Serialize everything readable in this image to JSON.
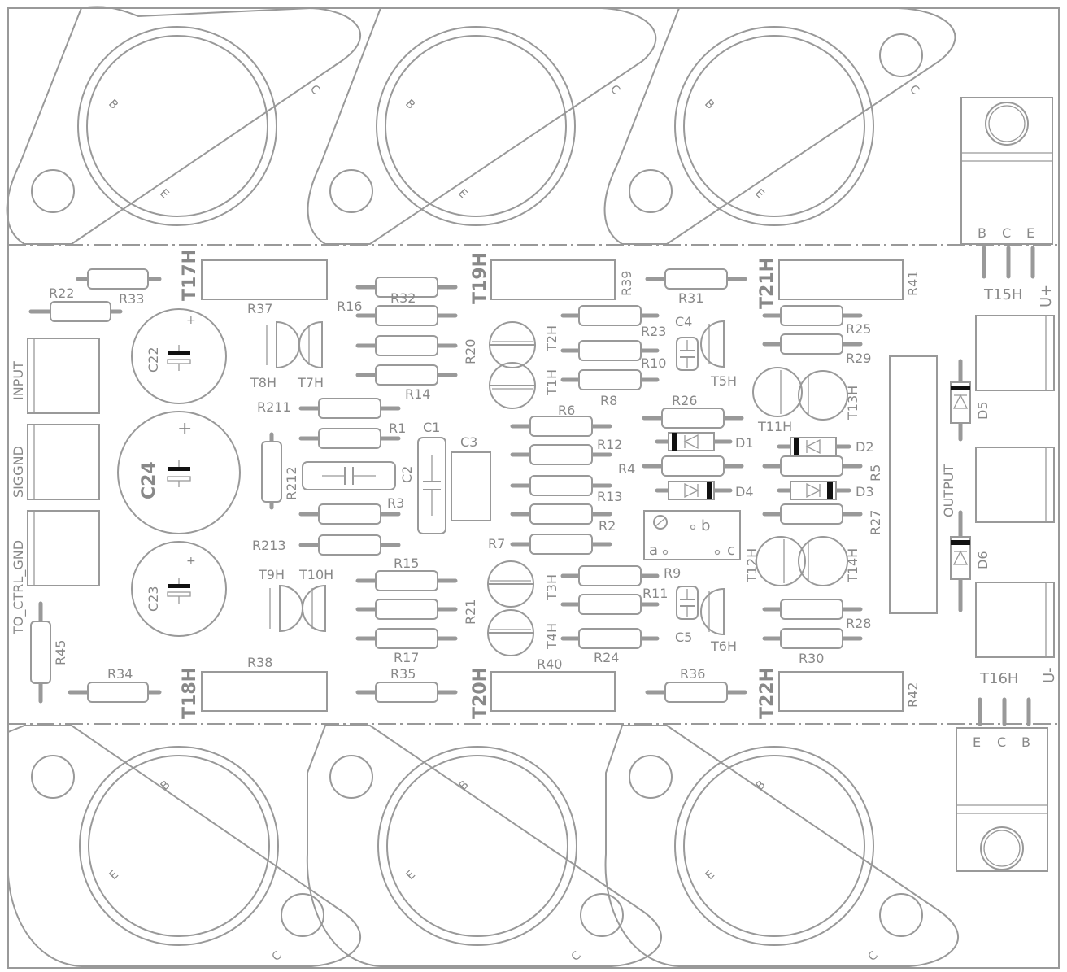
{
  "board": {
    "connectors": [
      "INPUT",
      "SIGGND",
      "TO_CTRL_GND"
    ],
    "output_label": "OUTPUT",
    "rail_plus": "U+",
    "rail_minus": "U-"
  },
  "power_transistors": {
    "top": [
      "T17H",
      "T19H",
      "T21H"
    ],
    "bottom": [
      "T18H",
      "T20H",
      "T22H"
    ],
    "pins": {
      "base": "B",
      "collector": "C",
      "emitter": "E"
    }
  },
  "regulators": {
    "top": {
      "ref": "T15H",
      "pins": [
        "B",
        "C",
        "E"
      ]
    },
    "bottom": {
      "ref": "T16H",
      "pins": [
        "E",
        "C",
        "B"
      ]
    }
  },
  "large_resistors": [
    "R37",
    "R39",
    "R41",
    "R38",
    "R40",
    "R42"
  ],
  "resistors": {
    "r22": "R22",
    "r33": "R33",
    "r16": "R16",
    "r32": "R32",
    "r20": "R20",
    "r14": "R14",
    "r31": "R31",
    "r23": "R23",
    "r10": "R10",
    "r8": "R8",
    "r25": "R25",
    "r29": "R29",
    "r211": "R211",
    "r1": "R1",
    "r212": "R212",
    "r3": "R3",
    "r213": "R213",
    "r6": "R6",
    "r12": "R12",
    "r13": "R13",
    "r2": "R2",
    "r7": "R7",
    "r26": "R26",
    "r4": "R4",
    "r5": "R5",
    "r27": "R27",
    "r15": "R15",
    "r21": "R21",
    "r17": "R17",
    "r9": "R9",
    "r11": "R11",
    "r24": "R24",
    "r28": "R28",
    "r30": "R30",
    "r34": "R34",
    "r35": "R35",
    "r36": "R36",
    "r45": "R45"
  },
  "capacitors": {
    "c22": "C22",
    "c23": "C23",
    "c24": "C24",
    "c1": "C1",
    "c2": "C2",
    "c3": "C3",
    "c4": "C4",
    "c5": "C5",
    "plus": "+"
  },
  "diodes": {
    "d1": "D1",
    "d2": "D2",
    "d3": "D3",
    "d4": "D4",
    "d5": "D5",
    "d6": "D6"
  },
  "small_transistors": {
    "t8h": "T8H",
    "t7h": "T7H",
    "t9h": "T9H",
    "t10h": "T10H",
    "t2h": "T2H",
    "t1h": "T1H",
    "t3h": "T3H",
    "t4h": "T4H",
    "t5h": "T5H",
    "t6h": "T6H",
    "t11h": "T11H",
    "t13h": "T13H",
    "t12h": "T12H",
    "t14h": "T14H"
  },
  "trimmer": {
    "a": "a",
    "b": "b",
    "c": "c"
  }
}
